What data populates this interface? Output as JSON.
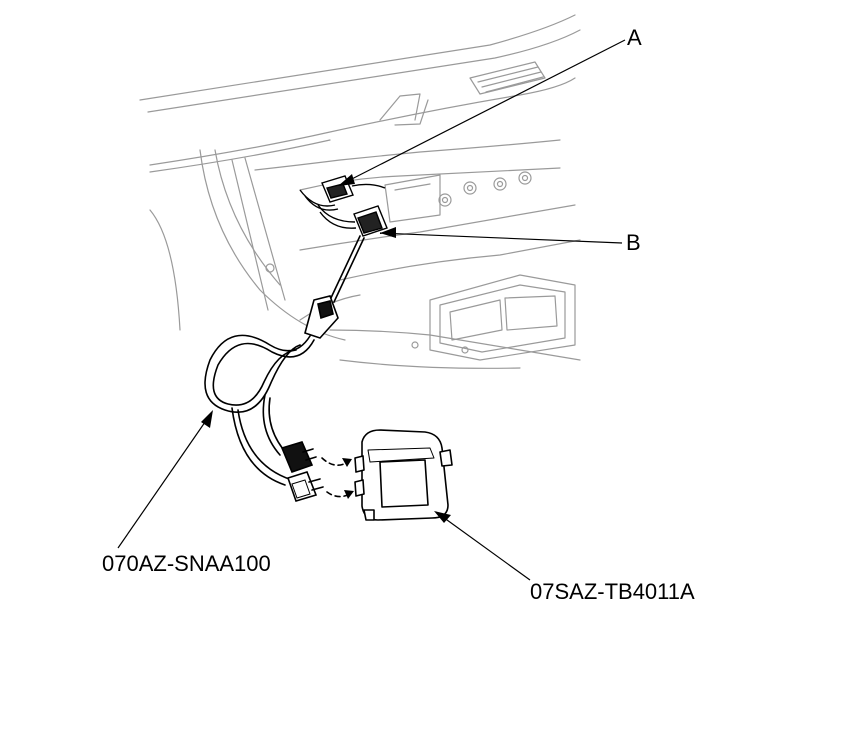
{
  "callouts": {
    "a": "A",
    "b": "B"
  },
  "tools": {
    "harness": "070AZ-SNAA100",
    "adapter_box": "07SAZ-TB4011A"
  },
  "colors": {
    "line": "#000000",
    "light_line": "#9a9a9a",
    "connector_fill": "#111111",
    "background": "#ffffff"
  }
}
